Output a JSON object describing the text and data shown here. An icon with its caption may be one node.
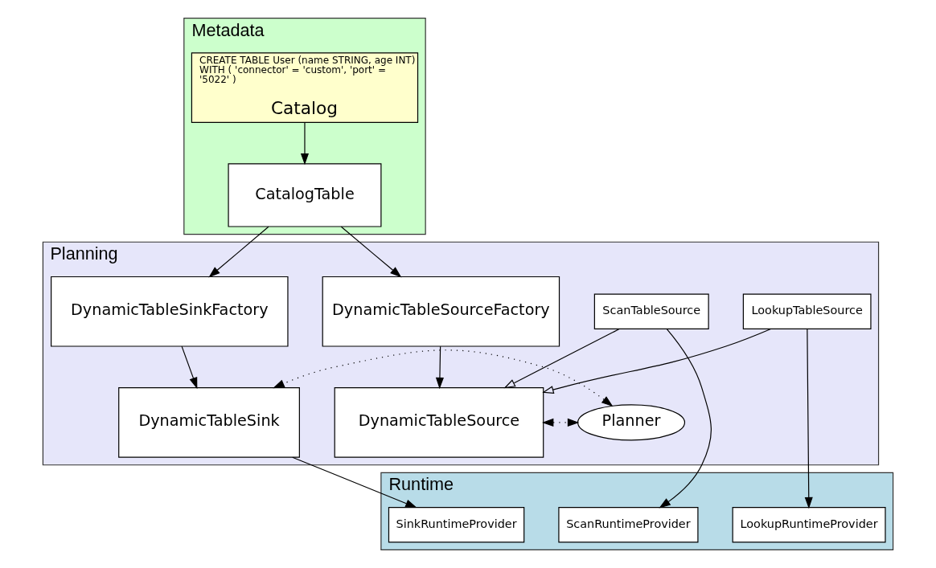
{
  "diagram": {
    "nodes": [
      {
        "text": [
          "Metadata"
        ]
      },
      {
        "text": [
          "CREATE TABLE User (name STRING, age INT) WITH ( 'connector' = 'custom', 'port' = '5022' )",
          "Catalog"
        ],
        "in": 0
      },
      {
        "text": [
          "CatalogTable"
        ],
        "in": 0
      },
      {
        "text": [
          "Planning"
        ]
      },
      {
        "text": [
          "DynamicTableSourceFactory"
        ],
        "in": 3
      },
      {
        "text": [
          "DynamicTableSinkFactory"
        ],
        "in": 3
      },
      {
        "text": [
          "DynamicTableSource"
        ],
        "in": 3
      },
      {
        "text": [
          "Planner"
        ],
        "in": 3
      },
      {
        "text": [
          "DynamicTableSink"
        ],
        "in": 3
      },
      {
        "text": [
          "ScanTableSource"
        ],
        "in": 3
      },
      {
        "text": [
          "LookupTableSource"
        ],
        "in": 3
      },
      {
        "text": [
          "Runtime"
        ]
      },
      {
        "text": [
          "ScanRuntimeProvider"
        ],
        "in": 11
      },
      {
        "text": [
          "LookupRuntimeProvider"
        ],
        "in": 11
      },
      {
        "text": [
          "SinkRuntimeProvider"
        ],
        "in": 11
      }
    ],
    "edges": [
      {
        "from": 1,
        "to": 2,
        "arrow": "to"
      },
      {
        "from": 2,
        "to": 4,
        "arrow": "to"
      },
      {
        "from": 2,
        "to": 5,
        "arrow": "to"
      },
      {
        "from": 4,
        "to": 6,
        "arrow": "to"
      },
      {
        "from": 5,
        "to": 8,
        "arrow": "to"
      },
      {
        "from": 6,
        "to": 7,
        "arrow": "both",
        "style": "dashed"
      },
      {
        "from": 7,
        "to": 8,
        "arrow": "both",
        "style": "dashed"
      },
      {
        "from": 9,
        "to": 6,
        "arrow": "to"
      },
      {
        "from": 10,
        "to": 6,
        "arrow": "to"
      },
      {
        "from": 9,
        "to": 12,
        "arrow": "to"
      },
      {
        "from": 10,
        "to": 13,
        "arrow": "to"
      },
      {
        "from": 8,
        "to": 14,
        "arrow": "to"
      }
    ]
  }
}
